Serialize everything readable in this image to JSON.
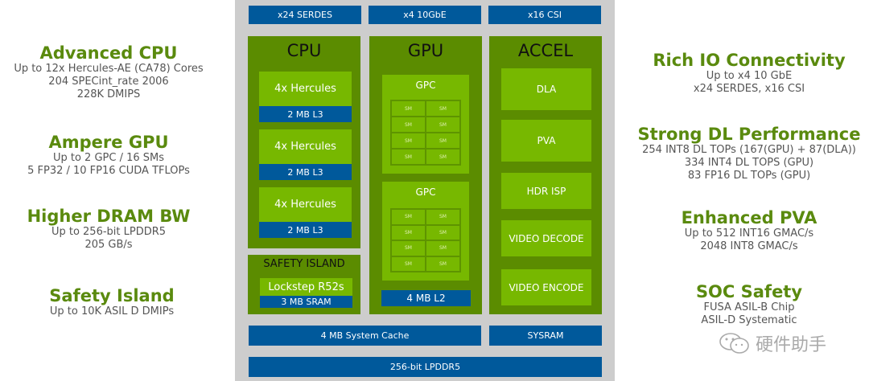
{
  "left_features": [
    {
      "title": "Advanced CPU",
      "lines": [
        "Up to 12x Hercules-AE (CA78) Cores",
        "204 SPECint_rate 2006",
        "228K DMIPS"
      ]
    },
    {
      "title": "Ampere GPU",
      "lines": [
        "Up to 2 GPC / 16 SMs",
        "5 FP32 / 10 FP16 CUDA TFLOPs"
      ]
    },
    {
      "title": "Higher DRAM BW",
      "lines": [
        "Up to 256-bit LPDDR5",
        "205 GB/s"
      ]
    },
    {
      "title": "Safety Island",
      "lines": [
        "Up to 10K ASIL D DMIPs"
      ]
    }
  ],
  "right_features": [
    {
      "title": "Rich IO Connectivity",
      "lines": [
        "Up to x4 10 GbE",
        "x24 SERDES, x16 CSI"
      ]
    },
    {
      "title": "Strong DL Performance",
      "lines": [
        "254 INT8 DL TOPs (167(GPU) + 87(DLA))",
        "334 INT4 DL TOPS (GPU)",
        "83 FP16 DL TOPs (GPU)"
      ]
    },
    {
      "title": "Enhanced PVA",
      "lines": [
        "Up to 512 INT16 GMAC/s",
        "2048 INT8 GMAC/s"
      ]
    },
    {
      "title": "SOC Safety",
      "lines": [
        "FUSA ASIL-B Chip",
        "ASIL-D Systematic"
      ]
    }
  ],
  "diagram": {
    "io": [
      "x24 SERDES",
      "x4 10GbE",
      "x16 CSI"
    ],
    "cpu": {
      "title": "CPU",
      "clusters": [
        {
          "core": "4x Hercules",
          "cache": "2 MB L3"
        },
        {
          "core": "4x Hercules",
          "cache": "2 MB L3"
        },
        {
          "core": "4x Hercules",
          "cache": "2 MB L3"
        }
      ]
    },
    "safety": {
      "title": "SAFETY ISLAND",
      "core": "Lockstep R52s",
      "mem": "3 MB SRAM"
    },
    "gpu": {
      "title": "GPU",
      "gpcs": [
        {
          "label": "GPC",
          "sms": [
            "SM",
            "SM",
            "SM",
            "SM",
            "SM",
            "SM",
            "SM",
            "SM"
          ]
        },
        {
          "label": "GPC",
          "sms": [
            "SM",
            "SM",
            "SM",
            "SM",
            "SM",
            "SM",
            "SM",
            "SM"
          ]
        }
      ],
      "l2": "4 MB L2"
    },
    "accel": {
      "title": "ACCEL",
      "units": [
        "DLA",
        "PVA",
        "HDR ISP",
        "VIDEO DECODE",
        "VIDEO ENCODE"
      ]
    },
    "system_cache": "4 MB System Cache",
    "sysram": "SYSRAM",
    "dram": "256-bit LPDDR5"
  },
  "watermark": "硬件助手",
  "colors": {
    "blue": "#00599b",
    "dark_green": "#5b8c00",
    "light_green": "#77b800",
    "panel_gray": "#cdcdcd",
    "title_green": "#5a8a0e"
  }
}
